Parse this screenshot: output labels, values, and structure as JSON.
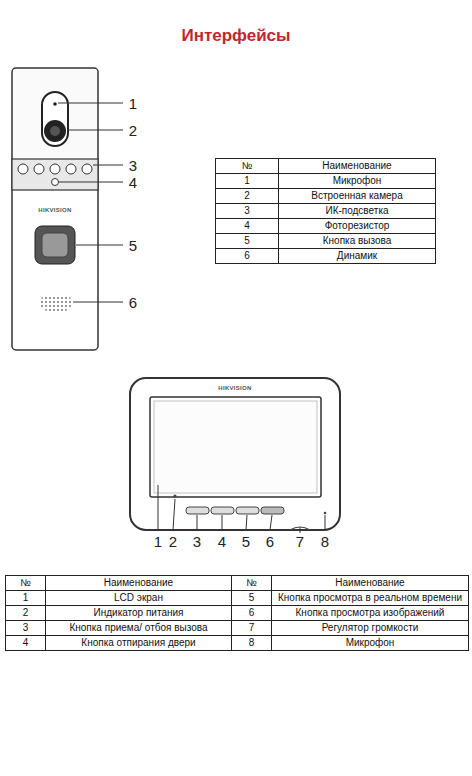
{
  "diagram": {
    "title": "Интерфейсы",
    "labels": [
      "1",
      "2",
      "3",
      "4",
      "5",
      "6",
      "HIKVISION",
      "№",
      "Наименование",
      "1",
      "Микрофон",
      "2",
      "Встроенная камера",
      "3",
      "ИК-подсветка",
      "4",
      "Фоторезистор",
      "5",
      "Кнопка вызова",
      "6",
      "Динамик",
      "HIKVISION",
      "1",
      "2",
      "3",
      "4",
      "5",
      "6",
      "7",
      "8",
      "№",
      "Наименование",
      "№",
      "Наименование",
      "1",
      "LCD экран",
      "5",
      "Кнопка просмотра в реальном времени",
      "2",
      "Индикатор питания",
      "6",
      "Кнопка просмотра изображений",
      "3",
      "Кнопка приема/ отбоя вызова",
      "7",
      "Регулятор громкости",
      "4",
      "Кнопка отпирания двери",
      "8",
      "Микрофон"
    ]
  }
}
